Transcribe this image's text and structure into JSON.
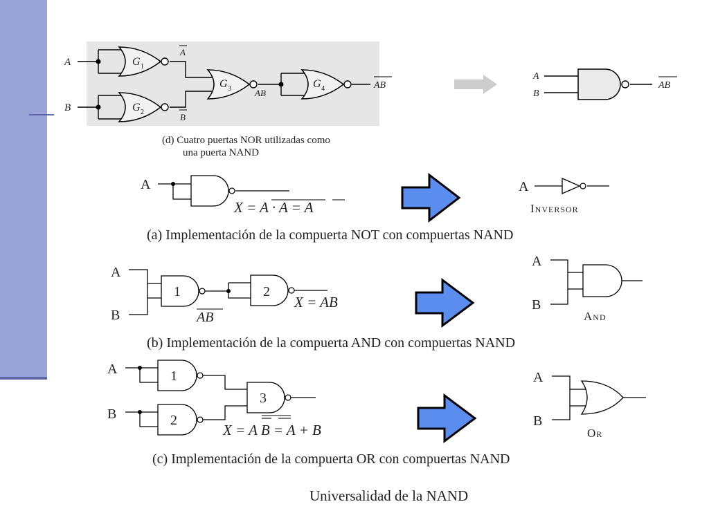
{
  "slide": {
    "title": "Universalidad de la NAND",
    "accent_color": "#9aa3d6",
    "accent_dark": "#5d68a8"
  },
  "panel_d": {
    "caption_line1": "(d) Cuatro puertas NOR utilizadas como",
    "caption_line2": "una puerta NAND",
    "input_a": "A",
    "input_b": "B",
    "gate_g1": "G",
    "gate_g1_sub": "1",
    "gate_g2": "G",
    "gate_g2_sub": "2",
    "gate_g3": "G",
    "gate_g3_sub": "3",
    "gate_g4": "G",
    "gate_g4_sub": "4",
    "a_bar": "A",
    "b_bar": "B",
    "ab_mid": "AB",
    "ab_out": "AB",
    "equiv_input_a": "A",
    "equiv_input_b": "B",
    "equiv_output": "AB",
    "panel_color": "#e6e6e6",
    "arrow_color": "#cccccc"
  },
  "panel_a": {
    "caption": "(a) Implementación de la compuerta NOT con compuertas NAND",
    "input": "A",
    "equation": "X = A · A = A",
    "equiv_input": "A",
    "equiv_label": "Inversor"
  },
  "panel_b": {
    "caption": "(b) Implementación de la compuerta AND con compuertas NAND",
    "input_a": "A",
    "input_b": "B",
    "gate_1": "1",
    "gate_2": "2",
    "mid_label": "AB",
    "equation": "X = AB",
    "equiv_input_a": "A",
    "equiv_input_b": "B",
    "equiv_label": "And"
  },
  "panel_c": {
    "caption": "(c) Implementación de la compuerta OR con compuertas NAND",
    "input_a": "A",
    "input_b": "B",
    "gate_1": "1",
    "gate_2": "2",
    "gate_3": "3",
    "equation": "X = A B = A + B",
    "equiv_input_a": "A",
    "equiv_input_b": "B",
    "equiv_label": "Or"
  },
  "arrow_color": "#5b8def"
}
